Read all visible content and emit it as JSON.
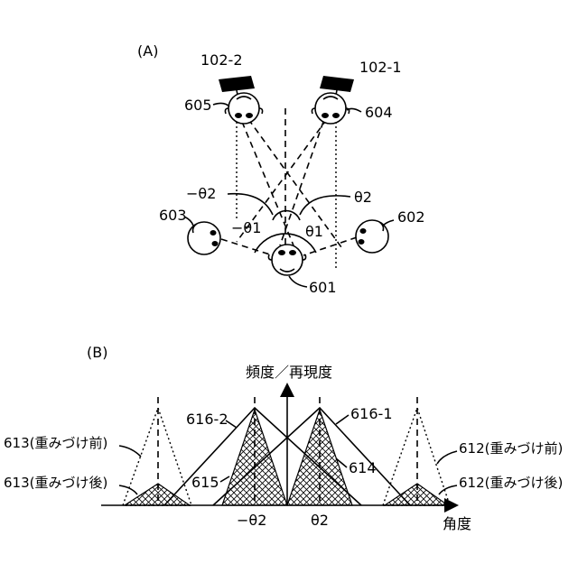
{
  "panel_a": {
    "label": "(A)",
    "speaker_left": "102-2",
    "speaker_right": "102-1",
    "head_605": "605",
    "head_604": "604",
    "head_603": "603",
    "head_602": "602",
    "head_601": "601",
    "angle_neg_theta2": "−θ2",
    "angle_theta2": "θ2",
    "angle_neg_theta1": "−θ1",
    "angle_theta1": "θ1"
  },
  "panel_b": {
    "label": "(B)",
    "y_axis_label": "頻度／再現度",
    "x_axis_label": "角度",
    "tick_neg_theta2": "−θ2",
    "tick_theta2": "θ2",
    "label_616_2": "616-2",
    "label_616_1": "616-1",
    "label_614": "614",
    "label_615": "615",
    "label_613_before": "613(重みづけ前)",
    "label_613_after": "613(重みづけ後)",
    "label_612_before": "612(重みづけ前)",
    "label_612_after": "612(重みづけ後)"
  }
}
